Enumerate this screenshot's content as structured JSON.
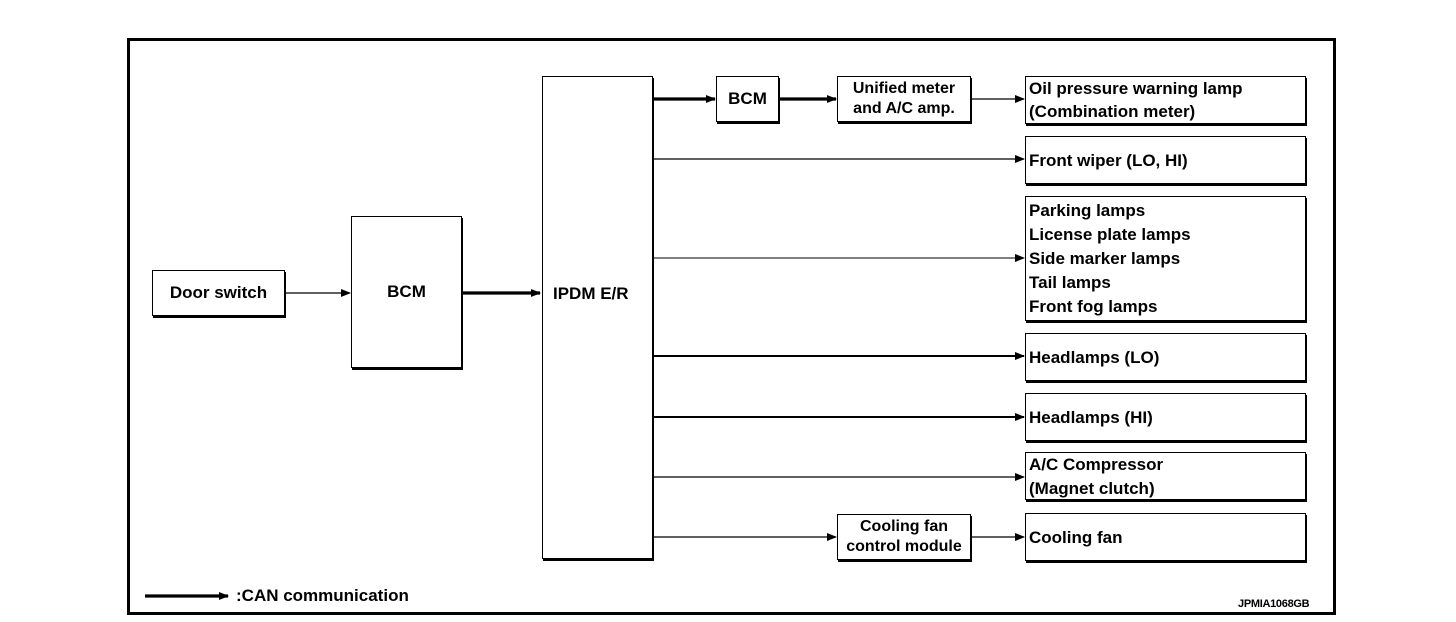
{
  "nodes": {
    "door_switch": "Door switch",
    "bcm_left": "BCM",
    "ipdm": "IPDM E/R",
    "bcm_top": "BCM",
    "unified_meter": [
      "Unified meter",
      "and A/C amp."
    ],
    "oil_pressure": [
      "Oil pressure warning lamp",
      "(Combination meter)"
    ],
    "front_wiper": "Front wiper (LO, HI)",
    "lamps": [
      "Parking lamps",
      "License plate lamps",
      "Side marker lamps",
      "Tail lamps",
      "Front fog lamps"
    ],
    "headlamps_lo": "Headlamps (LO)",
    "headlamps_hi": "Headlamps (HI)",
    "ac_compressor": [
      "A/C Compressor",
      "(Magnet clutch)"
    ],
    "cooling_fan_module": [
      "Cooling fan",
      "control module"
    ],
    "cooling_fan": "Cooling fan"
  },
  "legend": {
    "can_label": ":CAN communication"
  },
  "figure_code": "JPMIA1068GB"
}
